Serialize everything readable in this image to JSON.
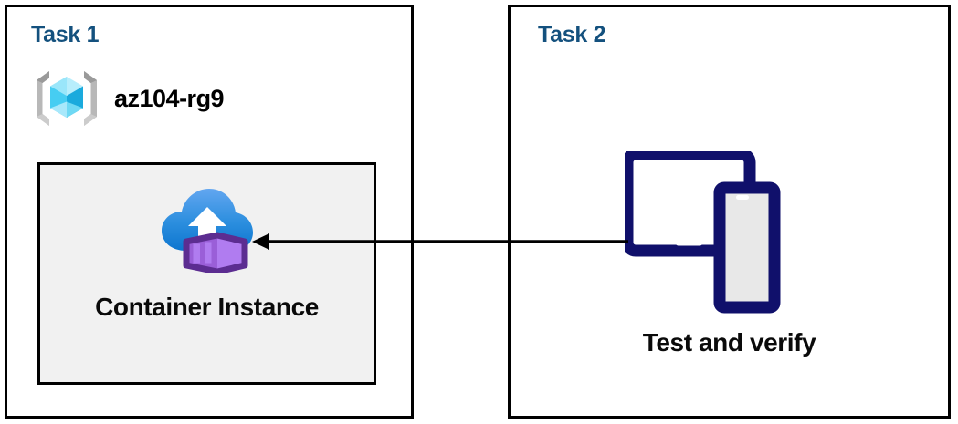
{
  "diagram": {
    "title_color": "#14517e",
    "arrow_color": "#000000",
    "panels": [
      {
        "id": "task1",
        "title": "Task 1",
        "resource_group": {
          "icon": "azure-resource-group-icon",
          "label": "az104-rg9",
          "icon_colors": {
            "bracket": "#a0a0a0",
            "cube_light": "#9cebfb",
            "cube_mid": "#32c8f0",
            "cube_dark": "#1ba0cc"
          }
        },
        "resource_box": {
          "icon": "azure-container-instance-icon",
          "label": "Container Instance",
          "background": "#f1f1f1",
          "border": "#000000",
          "icon_colors": {
            "cloud_top": "#5ea0ee",
            "cloud_bottom": "#0f7ad4",
            "arrow": "#ffffff",
            "container_light": "#b07cf0",
            "container_mid": "#9a5fd8",
            "container_dark": "#5c2d91"
          }
        }
      },
      {
        "id": "task2",
        "title": "Task 2",
        "device": {
          "icon": "devices-tablet-phone-icon",
          "label": "Test and verify",
          "icon_colors": {
            "frame": "#10106b",
            "tablet_screen": "#ffffff",
            "phone_screen": "#e8e8e8"
          }
        }
      }
    ],
    "connector": {
      "name": "arrow-task2-to-task1",
      "direction": "right-to-left",
      "from": "Test and verify",
      "to": "Container Instance"
    }
  }
}
